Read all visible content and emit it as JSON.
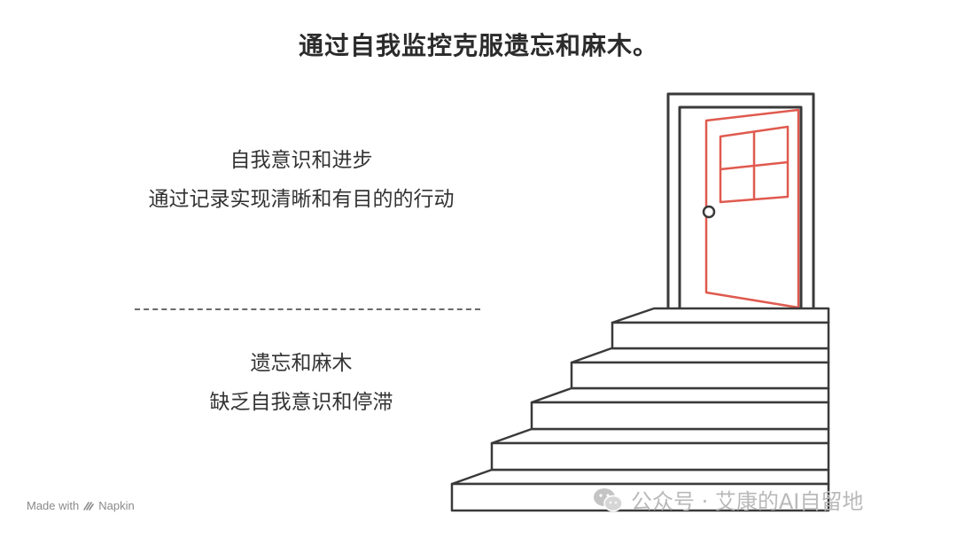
{
  "title": "通过自我监控克服遗忘和麻木。",
  "upper_section": {
    "heading": "自我意识和进步",
    "description": "通过记录实现清晰和有目的的行动"
  },
  "lower_section": {
    "heading": "遗忘和麻木",
    "description": "缺乏自我意识和停滞"
  },
  "footer": {
    "made_with": "Made with",
    "brand": "Napkin"
  },
  "watermark": {
    "text": "公众号 · 艾康的AI自留地"
  },
  "colors": {
    "door_accent": "#e05a4f",
    "line": "#3a3a3a",
    "watermark": "#b9b9b9"
  },
  "icons": [
    "napkin-icon",
    "wechat-icon",
    "open-door-icon",
    "staircase-icon"
  ]
}
